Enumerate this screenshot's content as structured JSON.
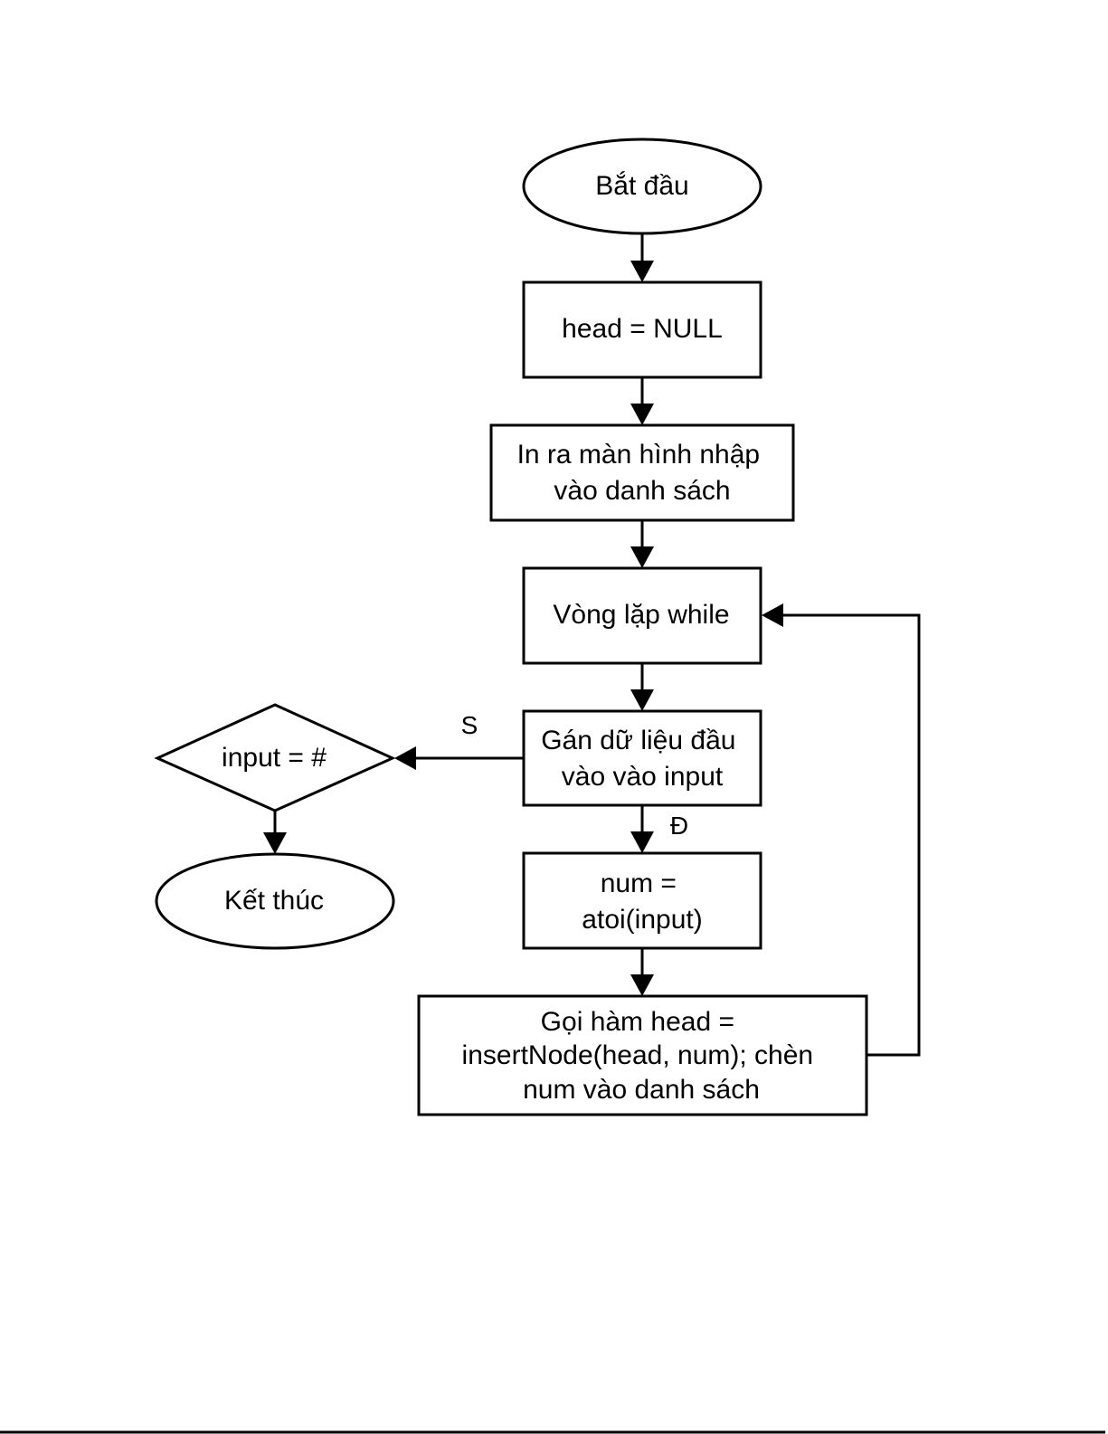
{
  "diagram": {
    "type": "flowchart",
    "nodes": {
      "start": {
        "shape": "ellipse",
        "lines": [
          "Bắt đầu"
        ]
      },
      "init_head": {
        "shape": "rect",
        "lines": [
          "head = NULL"
        ]
      },
      "print_prompt": {
        "shape": "rect",
        "lines": [
          "In ra màn hình nhập",
          "vào danh sách"
        ]
      },
      "while_loop": {
        "shape": "rect",
        "lines": [
          "Vòng lặp while"
        ]
      },
      "read_input": {
        "shape": "rect",
        "lines": [
          "Gán dữ liệu đầu",
          "vào vào input"
        ]
      },
      "check_hash": {
        "shape": "diamond",
        "lines": [
          "input = #"
        ]
      },
      "end": {
        "shape": "ellipse",
        "lines": [
          "Kết thúc"
        ]
      },
      "convert": {
        "shape": "rect",
        "lines": [
          "num =",
          "atoi(input)"
        ]
      },
      "insert": {
        "shape": "rect",
        "lines": [
          "Gọi hàm head =",
          "insertNode(head, num); chèn",
          "num vào danh sách"
        ]
      }
    },
    "edges": [
      {
        "from": "start",
        "to": "init_head",
        "label": ""
      },
      {
        "from": "init_head",
        "to": "print_prompt",
        "label": ""
      },
      {
        "from": "print_prompt",
        "to": "while_loop",
        "label": ""
      },
      {
        "from": "while_loop",
        "to": "read_input",
        "label": ""
      },
      {
        "from": "read_input",
        "to": "check_hash",
        "label": "S"
      },
      {
        "from": "check_hash",
        "to": "end",
        "label": ""
      },
      {
        "from": "read_input",
        "to": "convert",
        "label": "Đ"
      },
      {
        "from": "convert",
        "to": "insert",
        "label": ""
      },
      {
        "from": "insert",
        "to": "while_loop",
        "label": ""
      }
    ]
  }
}
